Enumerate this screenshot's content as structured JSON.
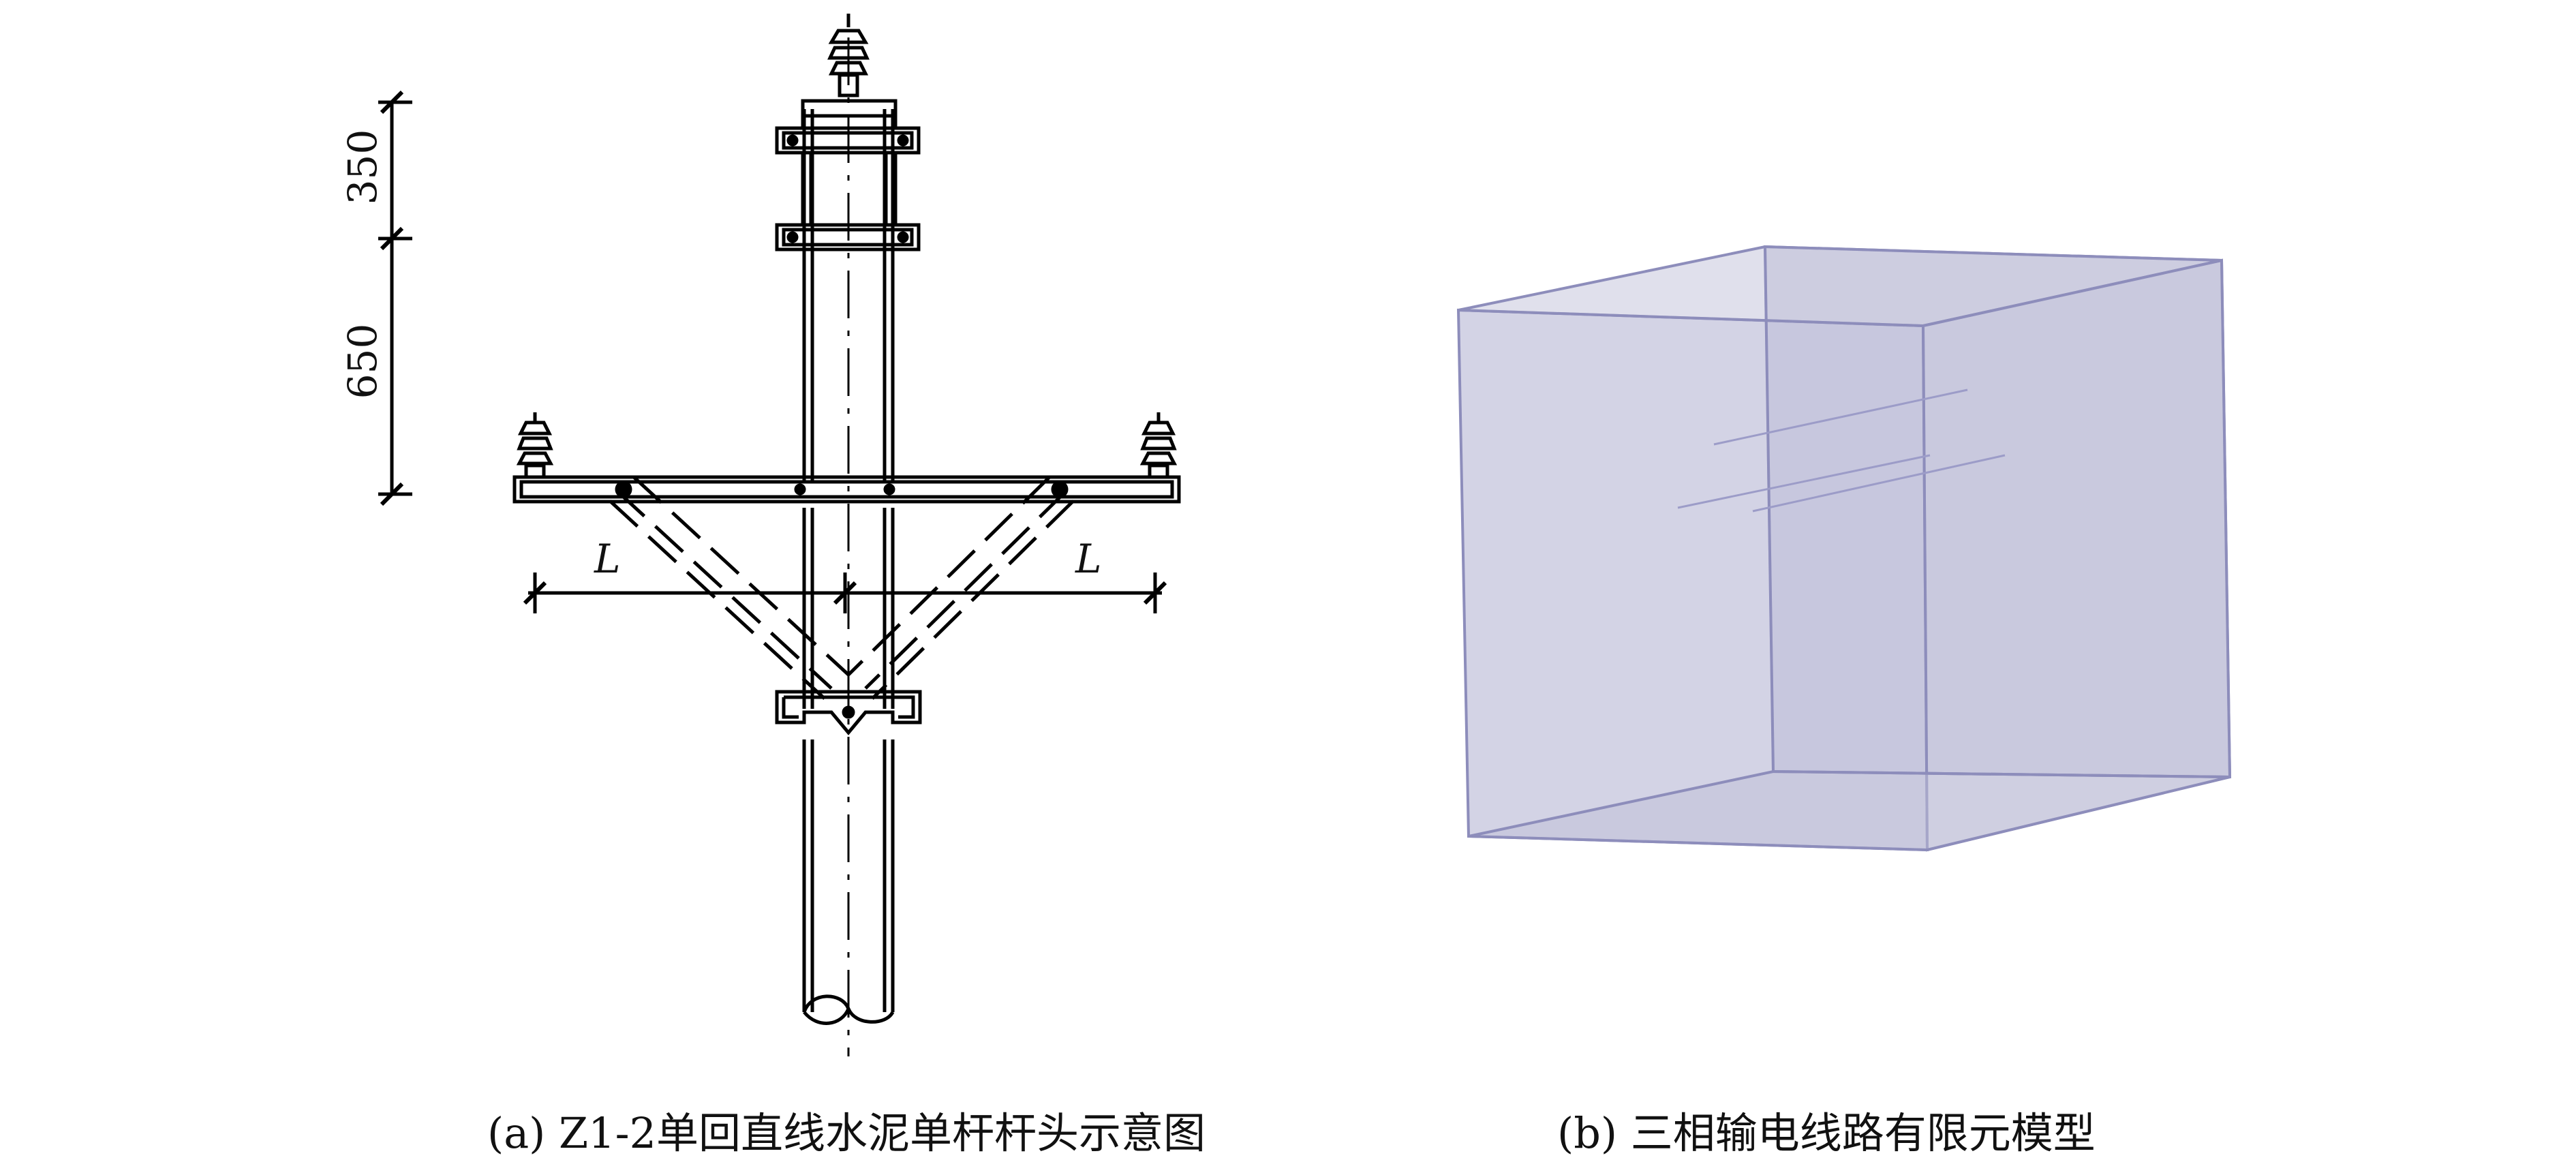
{
  "figure_a": {
    "caption": "(a) Z1-2单回直线水泥单杆杆头示意图",
    "dim_top": "350",
    "dim_middle": "650",
    "span_left": "L",
    "span_right": "L"
  },
  "figure_b": {
    "caption": "(b) 三相输电线路有限元模型",
    "box_fill_color": "#c8c8dd",
    "box_edge_color": "#8d8dbb",
    "line_color": "#9c9cc8"
  }
}
